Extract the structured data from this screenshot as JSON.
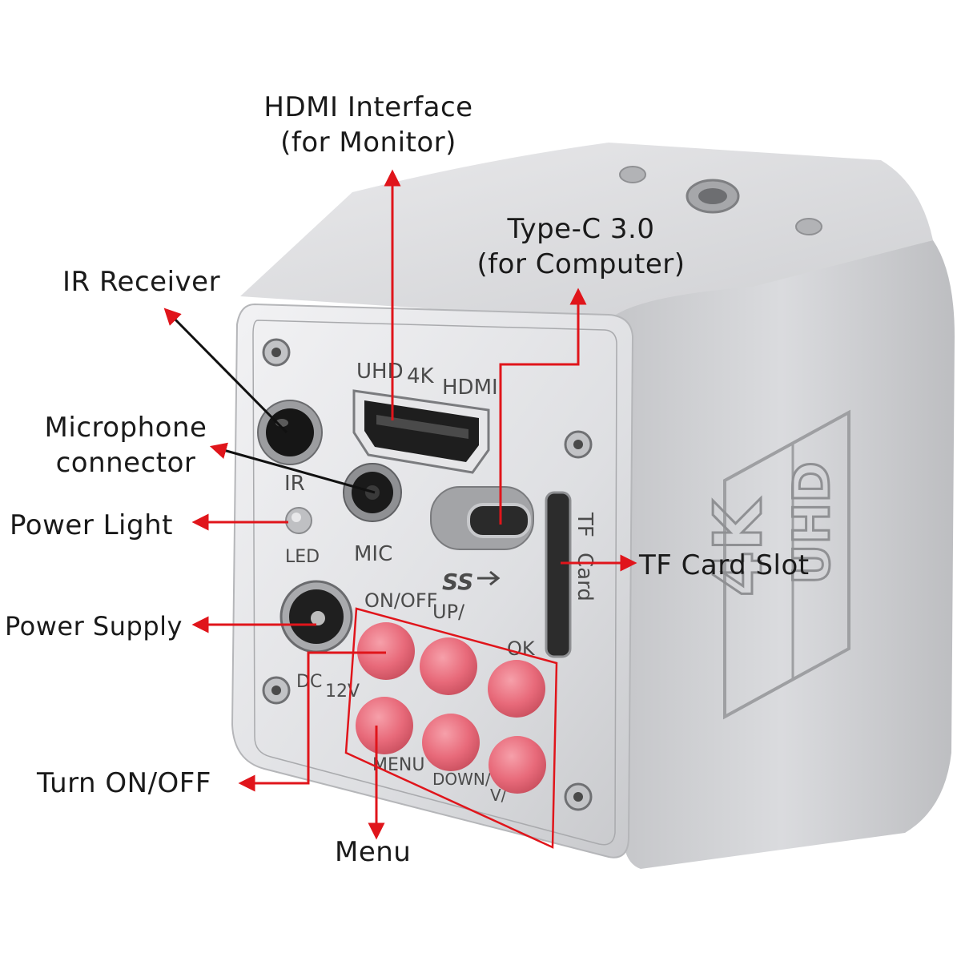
{
  "callouts": {
    "hdmi": {
      "line1": "HDMI Interface",
      "line2": "(for Monitor)"
    },
    "typec": {
      "line1": "Type-C 3.0",
      "line2": "(for Computer)"
    },
    "ir": "IR Receiver",
    "mic": {
      "line1": "Microphone",
      "line2": "connector"
    },
    "power_light": "Power Light",
    "power_supply": "Power Supply",
    "tf": "TF Card Slot",
    "turn": "Turn ON/OFF",
    "menu": "Menu"
  },
  "device_labels": {
    "uhd": "UHD",
    "k4": "4K",
    "hdmi": "HDMI",
    "ir": "IR",
    "mic": "MIC",
    "led": "LED",
    "onoff": "ON/OFF",
    "up": "UP/",
    "ok": "OK",
    "menu": "MENU",
    "down": "DOWN/",
    "v": "V/",
    "ss": "SS",
    "tf": "TF",
    "card": "Card",
    "dc": "DC",
    "v12": "12V",
    "side_4k": "4K",
    "side_uhd": "UHD"
  },
  "colors": {
    "accent_red": "#e0151b",
    "button_pink": "#e86a7a",
    "metal_light": "#e4e4e6",
    "metal_mid": "#c9cacd",
    "label_text": "#1a1a1a"
  }
}
